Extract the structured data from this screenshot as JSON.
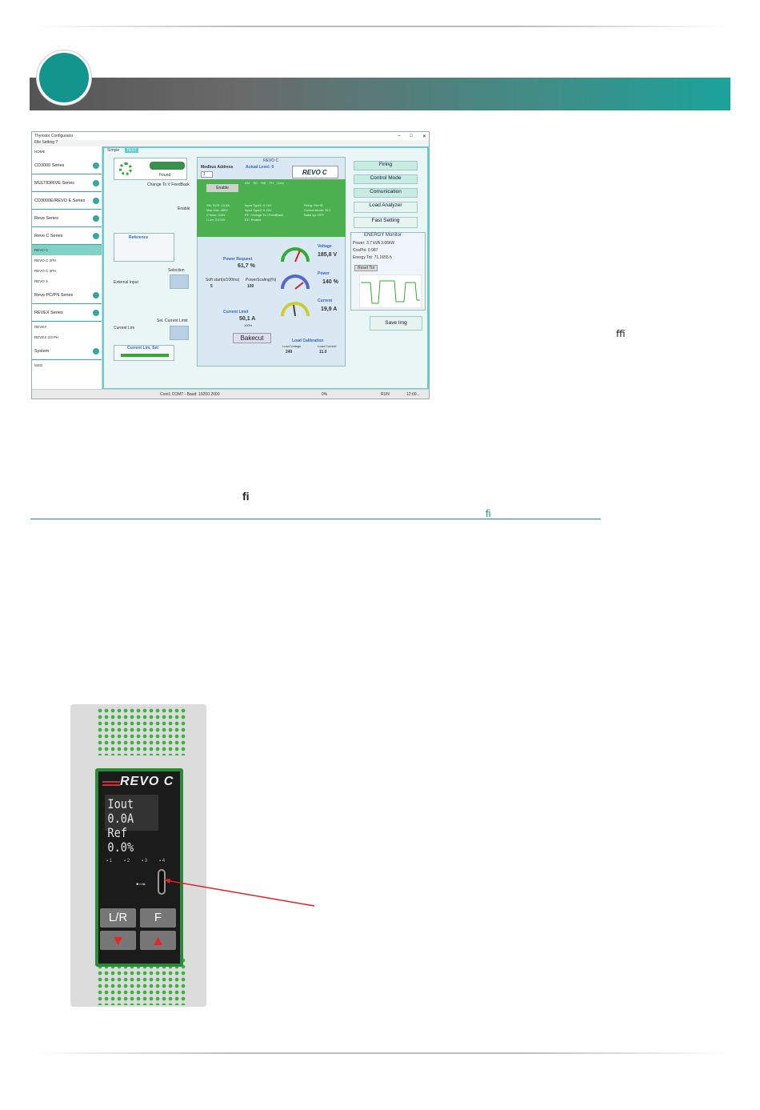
{
  "window": {
    "title": "Thyristor Configurator",
    "menu": "File  Setting  ?",
    "controls": [
      "–",
      "□",
      "✕"
    ],
    "sidebar": {
      "home": "HOME",
      "items": [
        {
          "label": "CD3000 Series"
        },
        {
          "label": "MULTIDRIVE Series"
        },
        {
          "label": "CD3000E/REVO E Series"
        },
        {
          "label": "Revo Series"
        },
        {
          "label": "Revo C Series"
        }
      ],
      "sub_revo_c": [
        "REVO C",
        "REVO C 2PH",
        "REVO C 3PH",
        "REVO S"
      ],
      "items2": [
        {
          "label": "Revo PC/PN Series"
        },
        {
          "label": "REVEX Series"
        }
      ],
      "sub_revex": [
        "REVEX",
        "REVEX 2/3 PH"
      ],
      "system": "System",
      "msg": "MSG"
    },
    "tabs": [
      "Simple",
      "TEST"
    ],
    "found": "Found",
    "change_feedback": "Change To V FeedBack",
    "enable": "Enable",
    "reference": "Reference",
    "external_input": "External Input",
    "selection": "Selection",
    "soft_start": "Soft start(s/100ms)",
    "soft_start_val": "5",
    "power_scaling": "PowerScaling(%)",
    "power_scaling_val": "100",
    "current_lim": "Current Lim",
    "sel_current_limit": "Sel. Current Limit",
    "current_lim_set": "Current Lim. Set",
    "revo_c": "REVO C",
    "modbus_address": "Modbus Address",
    "modbus_val": "1",
    "actual_level": "Actual Level: 0",
    "logo": "REVO C",
    "enable_btn": "Enable",
    "leds": [
      "ON",
      "SC",
      "HB",
      "TH",
      "Com"
    ],
    "green_info": [
      "SN: SCR: 10.0A",
      "Max Volt: 480V",
      "V Nom: 240V",
      "I Lim: 210.0V"
    ],
    "green_info2": [
      "Input Type1: 0-10V",
      "Input Type2: 0-10V",
      "PF: Change To I FeedBack",
      "DC: Enable"
    ],
    "green_info3": [
      "Firing: PA+ID",
      "Control Mode: SCI",
      "Bake up: OFF"
    ],
    "power_request": "Power Request",
    "power_request_val": "61,7 %",
    "current_limit": "Current Limit",
    "current_limit_val": "50,1  A",
    "current_limit_pct": "100%",
    "bakecut": "Bakecut",
    "voltage": "Voltage",
    "voltage_val": "185,8 V",
    "power": "Power",
    "power_val": "140 %",
    "current": "Current",
    "current_val": "19,9 A",
    "load_calibration": "Load Calibration",
    "load_voltage": "Load Voltage",
    "load_voltage_val": "240",
    "load_current": "Load Current",
    "load_current_val": "11.0",
    "buttons": [
      "Firing",
      "Control Mode",
      "Comunication",
      "Load Analyzer",
      "Fast Setting"
    ],
    "energy_monitor": "ENERGY Monitor",
    "energy_lines": [
      "Power: 3.7 kVA    3.66kW",
      "CosPhi: 0.987",
      "Energy Tot: 71.1655 h"
    ],
    "reset_tot": "Reset Tot",
    "save_img": "Save Img",
    "status": [
      "Com1  COM7 - Baud: 19200  2000",
      "0%",
      "RUN",
      "12:00..."
    ]
  },
  "side_glyph": "ﬃ",
  "mid_glyph1": "ﬁ",
  "mid_glyph2": "ﬁ",
  "device": {
    "logo": "REVO C",
    "lcd_line1": "Iout 0.0A",
    "lcd_line2": "Ref  0.0%",
    "leds": [
      "1",
      "2",
      "3",
      "4"
    ],
    "usb": "•⊸",
    "btn_lr": "L/R",
    "btn_f": "F",
    "btn_down": "▼",
    "btn_up": "▲"
  }
}
